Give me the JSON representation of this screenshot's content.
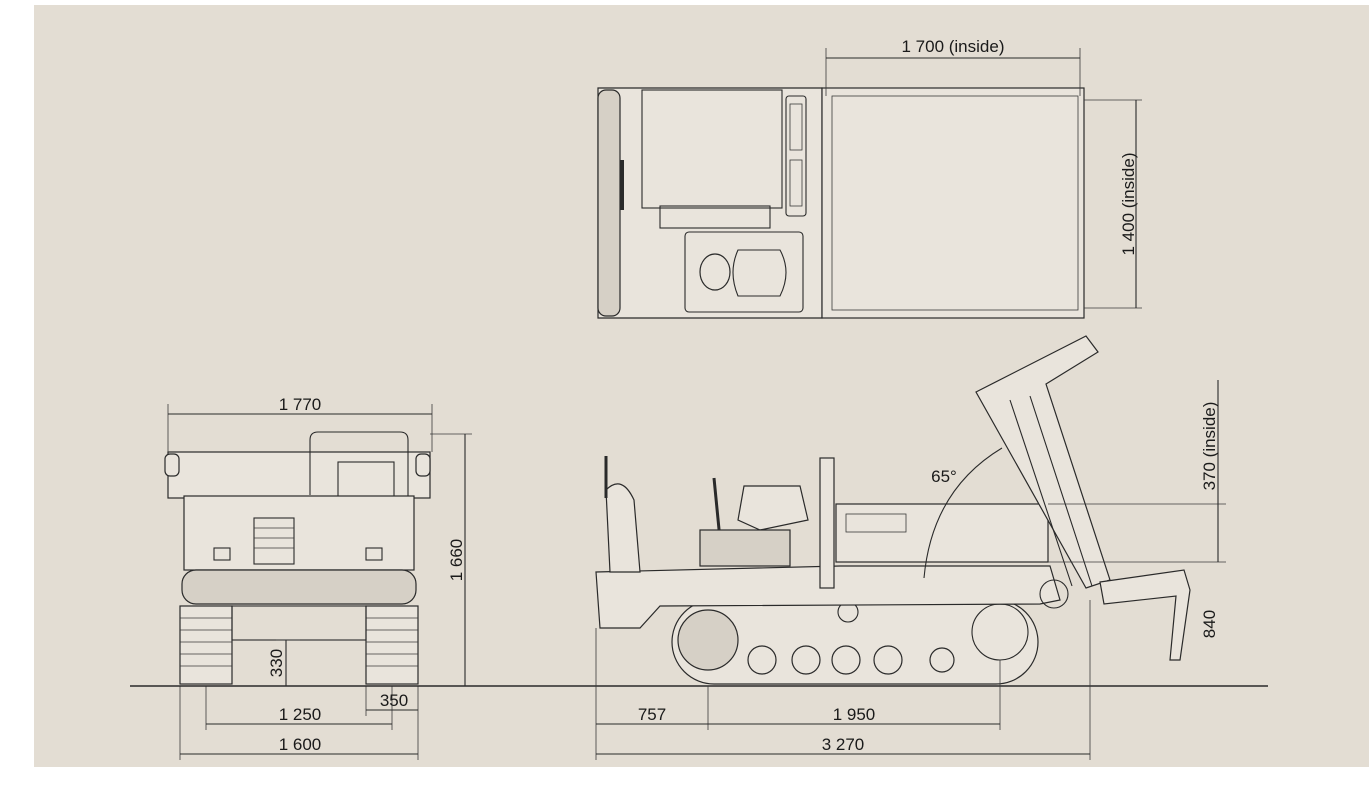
{
  "colors": {
    "panel_background": "#e3ddd3",
    "page_background": "#ffffff",
    "line": "#2a2a2a"
  },
  "dimensions": {
    "top_view": {
      "length": "1 700 (inside)",
      "width": "1 400 (inside)"
    },
    "front_view": {
      "overall_width": "1 770",
      "overall_height": "1 660",
      "ground_clearance": "330",
      "track_gauge": "1 250",
      "track_width": "350",
      "width_over_tracks": "1 600"
    },
    "side_view": {
      "dump_angle": "65°",
      "bed_depth": "370 (inside)",
      "bed_height": "840",
      "front_overhang": "757",
      "tumbler_distance": "1 950",
      "overall_length": "3 270"
    }
  }
}
